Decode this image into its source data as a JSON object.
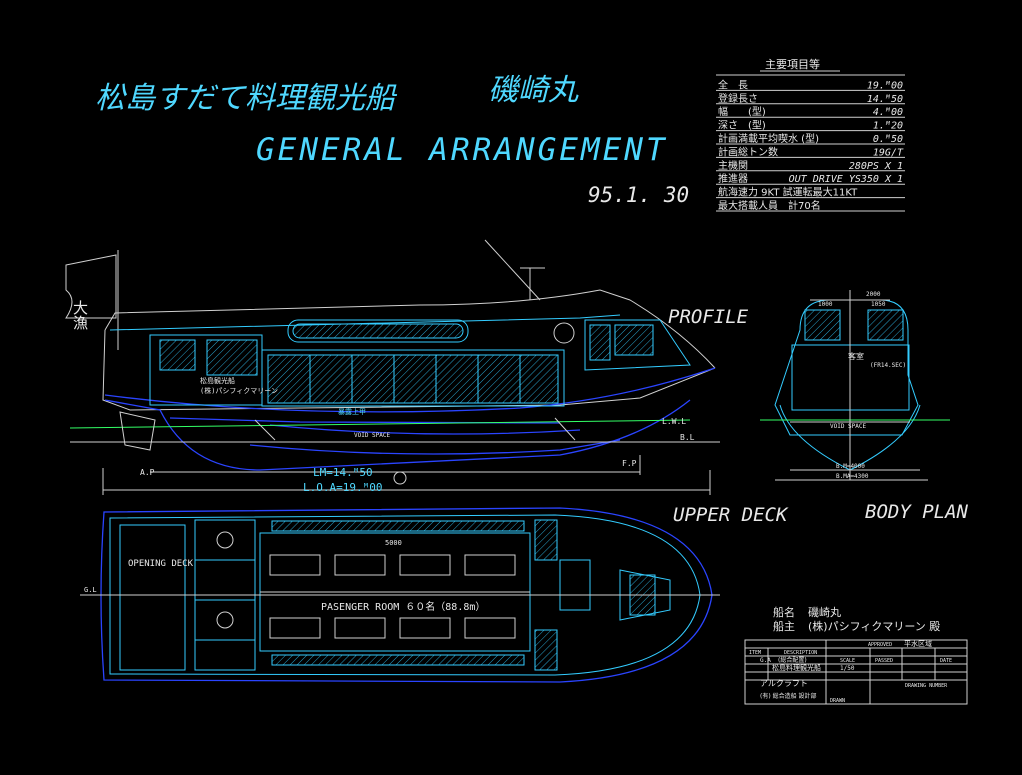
{
  "drawing": {
    "title_jp": "松島すだて料理観光船",
    "ship_name": "磯崎丸",
    "title_en": "GENERAL ARRANGEMENT",
    "date": "95.1. 30"
  },
  "particulars": {
    "heading": "主要項目等",
    "rows": [
      {
        "label": "全　長",
        "value": "19.ᴹ00"
      },
      {
        "label": "登録長さ",
        "value": "14.ᴹ50"
      },
      {
        "label": "幅　　(型)",
        "value": "4.ᴹ00"
      },
      {
        "label": "深さ　(型)",
        "value": "1.ᴹ20"
      },
      {
        "label": "計画満載平均喫水 (型)",
        "value": "0.ᴹ50"
      },
      {
        "label": "計画総トン数",
        "value": "19G/T"
      },
      {
        "label": "主機関",
        "value": "280PS X 1"
      },
      {
        "label": "推進器",
        "value": "OUT DRIVE YS350 X 1"
      },
      {
        "label": "航海速力 9KT 試運転最大11KT",
        "value": ""
      },
      {
        "label": "最大搭載人員　計70名",
        "value": ""
      }
    ]
  },
  "views": {
    "profile": "PROFILE",
    "upper_deck": "UPPER DECK",
    "body_plan": "BODY PLAN"
  },
  "profile_labels": {
    "lm": "LM=14.ᴹ50",
    "loa": "L.O.A=19.ᴹ00",
    "lwl": "L.W.L",
    "bl": "B.L",
    "ap": "A.P",
    "fp": "F.P",
    "void": "VOID SPACE",
    "flag": "大漁",
    "deck_upper": "暴露上甲",
    "cabin_name": "松島観光船",
    "company_side": "(株)パシフィクマリーン"
  },
  "deck_labels": {
    "opening_deck": "OPENING DECK",
    "passenger_room": "PASENGER ROOM ６０名（88.8m）",
    "dim_5000": "5000",
    "gl": "G.L"
  },
  "body_plan_labels": {
    "d2000": "2000",
    "d1000": "1000",
    "d1050": "1050",
    "d4000": "B.M=4000",
    "d4300": "B.MA=4300",
    "void": "VOID SPACE",
    "fl": "(FR14.SEC)",
    "kanji": "客室"
  },
  "owner": {
    "ship_label": "船名",
    "ship_value": "磯崎丸",
    "owner_label": "船主",
    "owner_value": "(株)パシフィクマリーン 殿"
  },
  "title_block": {
    "approved": "APPROVED",
    "area": "平水区域",
    "item": "ITEM",
    "description": "DESCRIPTION",
    "scale": "SCALE",
    "passed": "PASSED",
    "date": "DATE",
    "ga": "G.A",
    "ga_jp": "(総合配置)",
    "ship_kind": "松島料理観光船",
    "scale_val": "1/50",
    "builder": "アルクラフト",
    "builder_co": "(有) 総合造船 設計部",
    "drawn": "DRAWN",
    "drawing_no": "DRAWING NUMBER"
  },
  "colors": {
    "cyan": "#33ccff",
    "white": "#d0d0d0",
    "blue": "#2a44ff",
    "green": "#33ff66",
    "background": "#000000"
  }
}
